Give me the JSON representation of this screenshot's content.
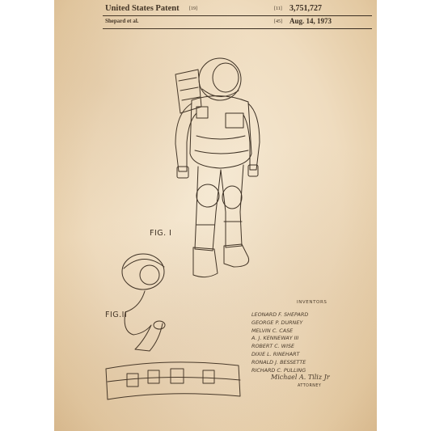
{
  "header": {
    "title": "United States Patent",
    "title_ref": "[19]",
    "inventor_short": "Shepard et al.",
    "patent_ref": "[11]",
    "patent_number": "3,751,727",
    "date_ref": "[45]",
    "date": "Aug. 14, 1973"
  },
  "figures": {
    "fig1": "FIG. I",
    "fig2": "FIG.II"
  },
  "inventors": {
    "heading": "INVENTORS",
    "names": [
      "LEONARD F. SHEPARD",
      "GEORGE P. DURNEY",
      "MELVIN C. CASE",
      "A. J. KENNEWAY III",
      "ROBERT C. WISE",
      "DIXIE L. RINEHART",
      "RONALD J. BESSETTE",
      "RICHARD C. PULLING"
    ]
  },
  "signature": "Michael A. Tiliz Jr",
  "attorney": "ATTORNEY",
  "colors": {
    "paper": "#efdcbf",
    "ink": "#3a2e22"
  }
}
